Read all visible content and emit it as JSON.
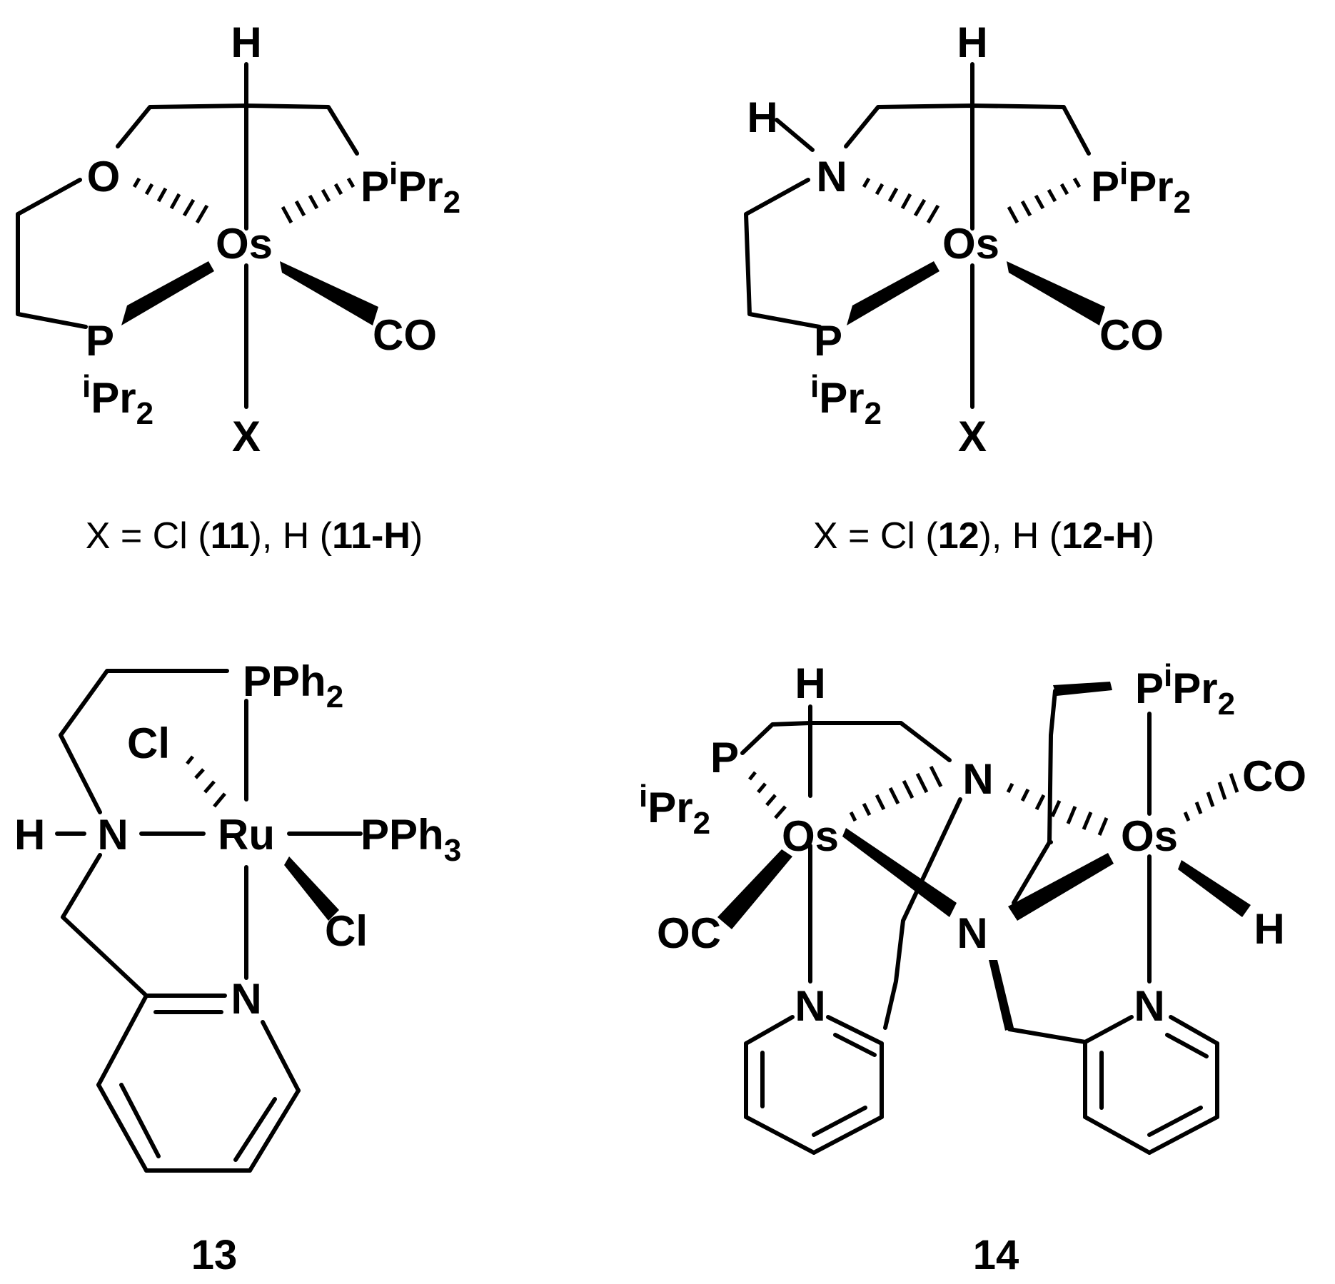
{
  "structures": [
    {
      "id": "11",
      "atoms": {
        "h_top": "H",
        "o": "O",
        "metal": "Os",
        "p_right": "P",
        "p_right_sup": "i",
        "p_right_rest": "Pr",
        "p_right_sub": "2",
        "p_left": "P",
        "p_left_sup": "i",
        "p_left_rest": "Pr",
        "p_left_sub": "2",
        "co": "CO",
        "x": "X"
      },
      "caption": {
        "prefix": "X = Cl (",
        "bold1": "11",
        "mid": "), H (",
        "bold2": "11-H",
        "suffix": ")"
      }
    },
    {
      "id": "12",
      "atoms": {
        "h_top": "H",
        "h_n": "H",
        "n": "N",
        "metal": "Os",
        "p_right": "P",
        "p_right_sup": "i",
        "p_right_rest": "Pr",
        "p_right_sub": "2",
        "p_left": "P",
        "p_left_sup": "i",
        "p_left_rest": "Pr",
        "p_left_sub": "2",
        "co": "CO",
        "x": "X"
      },
      "caption": {
        "prefix": "X = Cl (",
        "bold1": "12",
        "mid": "), H (",
        "bold2": "12-H",
        "suffix": ")"
      }
    },
    {
      "id": "13",
      "atoms": {
        "pph2": "PPh",
        "pph2_sub": "2",
        "cl_top": "Cl",
        "h": "H",
        "n": "N",
        "metal": "Ru",
        "pph3": "PPh",
        "pph3_sub": "3",
        "cl_bottom": "Cl",
        "n_py": "N"
      },
      "label": "13"
    },
    {
      "id": "14",
      "atoms": {
        "h_top": "H",
        "p_left": "P",
        "p_left_sup": "i",
        "p_left_rest": "Pr",
        "p_left_sub": "2",
        "n_upper": "N",
        "os_left": "Os",
        "oc": "OC",
        "n_lower": "N",
        "n_py_left": "N",
        "p_right": "P",
        "p_right_sup": "i",
        "p_right_rest": "Pr",
        "p_right_sub": "2",
        "co": "CO",
        "os_right": "Os",
        "h_right": "H",
        "n_py_right": "N"
      },
      "label": "14"
    }
  ]
}
